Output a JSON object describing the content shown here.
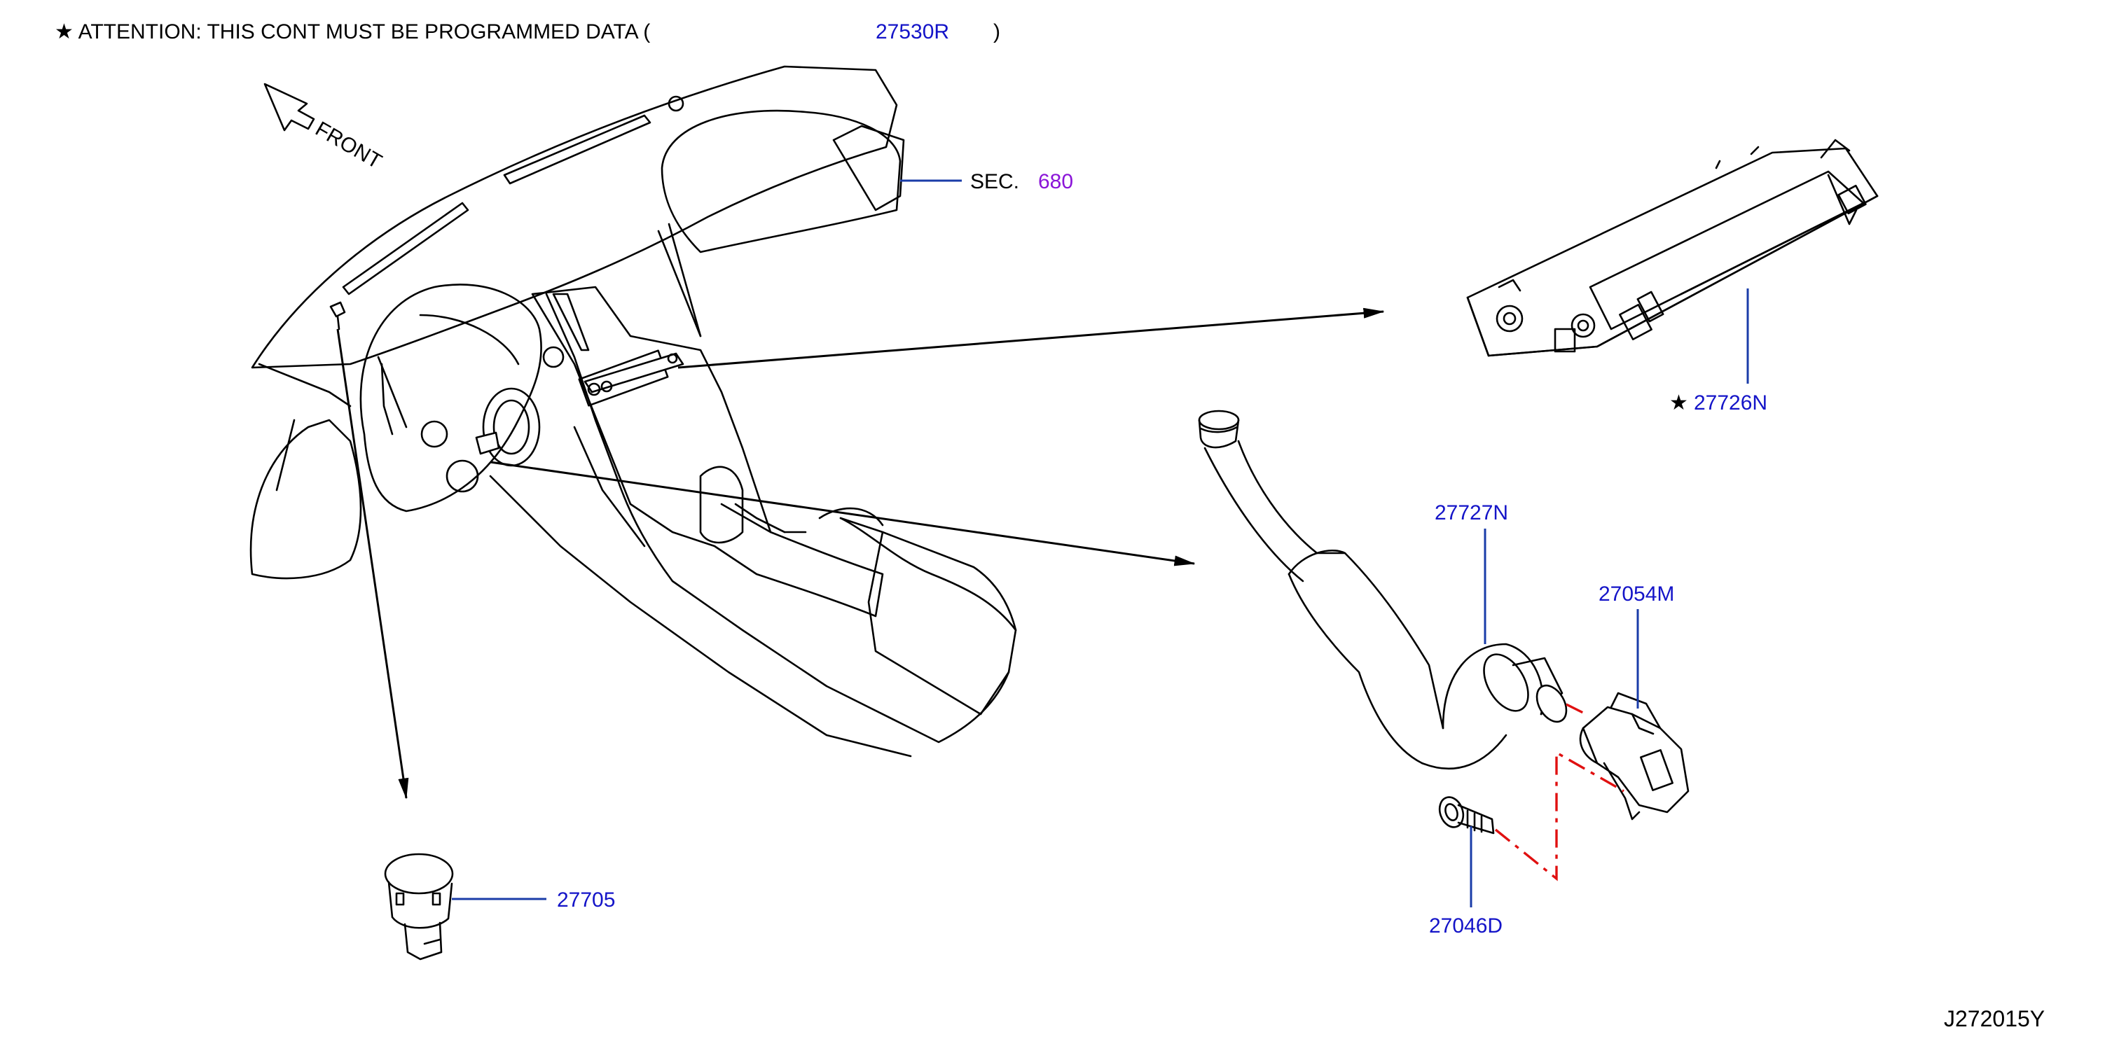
{
  "attention": {
    "prefix": "★ ATTENTION:  THIS  CONT  MUST  BE  PROGRAMMED  DATA  (",
    "part": "27530R",
    "suffix": ")"
  },
  "front_label": "FRONT",
  "sec": {
    "label": "SEC.",
    "number": "680"
  },
  "parts": {
    "p27726N": {
      "star": "★",
      "number": "27726N"
    },
    "p27727N": "27727N",
    "p27054M": "27054M",
    "p27046D": "27046D",
    "p27705": "27705"
  },
  "diagram_code": "J272015Y",
  "colors": {
    "part_number": "#1414c8",
    "section_ref": "#8a14d8",
    "leader": "#1a3ca8",
    "fastener_path": "#e01010"
  }
}
